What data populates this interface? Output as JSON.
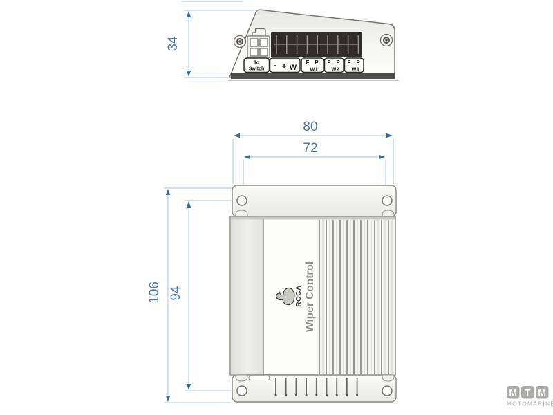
{
  "drawing": {
    "type": "technical-dimension-drawing",
    "units_shown": [
      "34",
      "80",
      "72",
      "106",
      "94"
    ]
  },
  "top_view": {
    "dim_height": "34",
    "terminals": {
      "switch": {
        "line1": "To",
        "line2": "Switch"
      },
      "power": {
        "minus": "-",
        "plus": "+",
        "w": "W"
      },
      "groups": [
        {
          "f": "F",
          "p": "P",
          "name": "W1"
        },
        {
          "f": "F",
          "p": "P",
          "name": "W2"
        },
        {
          "f": "F",
          "p": "P",
          "name": "W3"
        }
      ]
    }
  },
  "front_view": {
    "dim_width": "80",
    "dim_hole_spacing_horizontal": "72",
    "dim_height": "106",
    "dim_hole_spacing_vertical": "94",
    "brand": "ROCA",
    "product": "Wiper Control"
  },
  "watermark": {
    "m1": "M",
    "t": "T",
    "m2": "M",
    "name": "MOTOMARINE"
  },
  "colors": {
    "dimension_text": "#4b7ba6",
    "dimension_line": "#a8c5da",
    "arrow": "#2e6da4",
    "terminal_block": "#2f2c2b",
    "device_outline": "#77756f",
    "watermark_gray": "#ababa9"
  }
}
